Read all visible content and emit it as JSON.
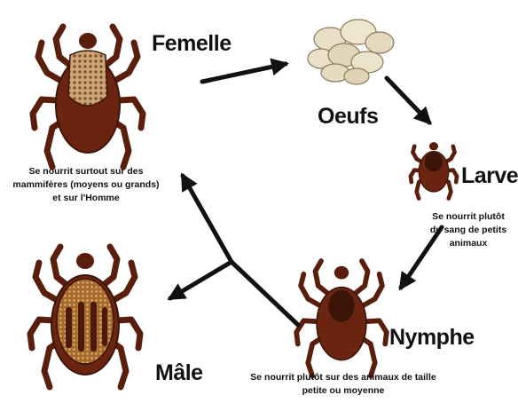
{
  "stages": {
    "femelle": {
      "name": "Femelle",
      "desc": [
        "Se nourrit surtout sur des",
        "mammifères (moyens ou grands)",
        "et sur l'Homme"
      ]
    },
    "oeufs": {
      "name": "Oeufs"
    },
    "larve": {
      "name": "Larve",
      "desc": [
        "Se nourrit  plutôt",
        "du sang de petits",
        "animaux"
      ]
    },
    "nymphe": {
      "name": "Nymphe",
      "desc": [
        "Se nourrit plutôt sur des animaux de taille",
        "petite ou moyenne"
      ]
    },
    "male": {
      "name": "Mâle"
    }
  },
  "colors": {
    "tick_body": "#6b2410",
    "tick_legs": "#5a1e0c",
    "scutum": "#3b1508",
    "egg": "#e9dfc6",
    "arrow": "#111111"
  }
}
